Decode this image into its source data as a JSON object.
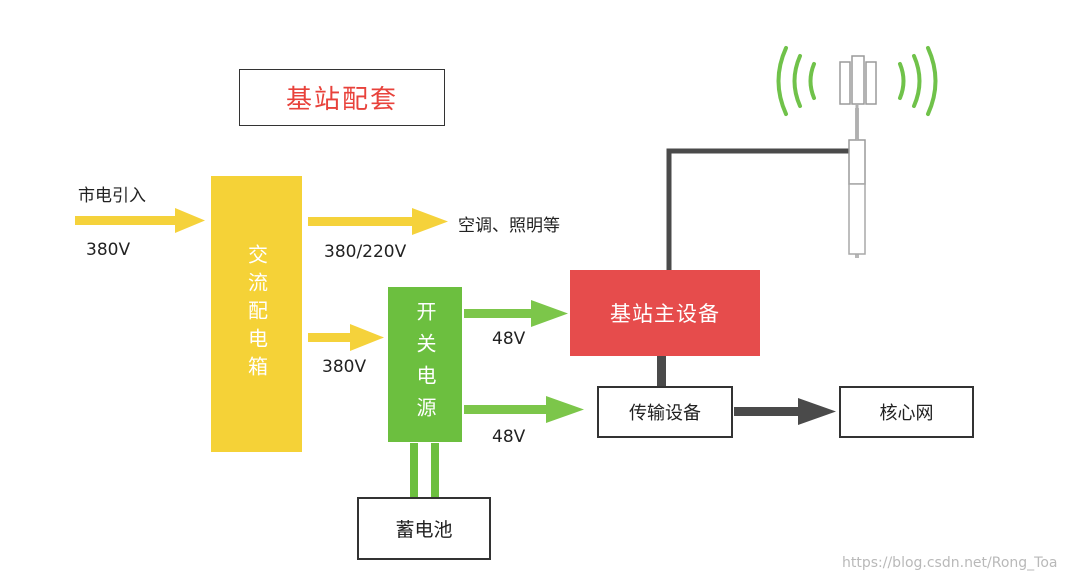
{
  "title": "基站配套",
  "boxes": {
    "ac_distribution": "交流配电箱",
    "switch_power": "开关电源",
    "bts_main": "基站主设备",
    "transmission": "传输设备",
    "core_network": "核心网",
    "battery": "蓄电池"
  },
  "labels": {
    "mains_input": "市电引入",
    "v_380_in": "380V",
    "v_380_220": "380/220V",
    "aircon_lighting": "空调、照明等",
    "v_380_to_power": "380V",
    "v_48_top": "48V",
    "v_48_bottom": "48V"
  },
  "watermark": "https://blog.csdn.net/Rong_Toa",
  "colors": {
    "title_red": "#e8423b",
    "yellow_box": "#f5d237",
    "yellow_arrow": "#f5d23b",
    "green_box": "#6cbf3f",
    "green_arrow": "#7cc64a",
    "red_box": "#e64c4c",
    "dark_line": "#4a4a4a",
    "signal_green": "#70c24a"
  },
  "icons": {
    "antenna": "antenna-tower-icon"
  }
}
